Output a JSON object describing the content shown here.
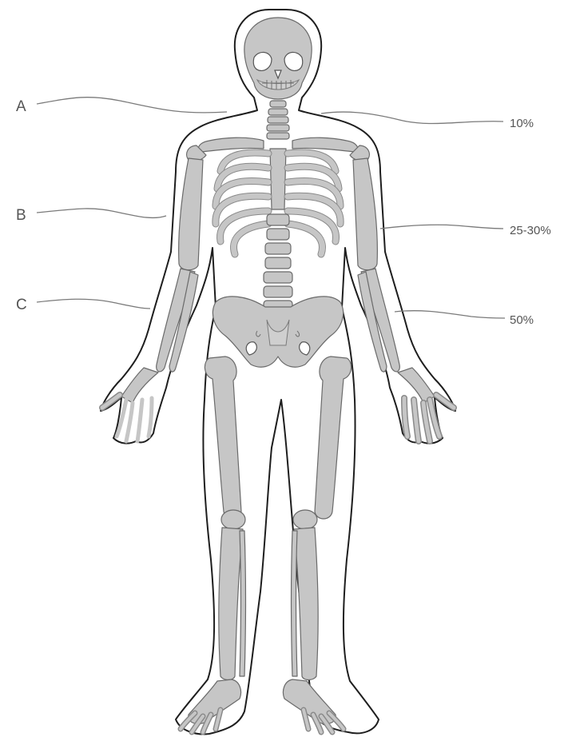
{
  "labels": {
    "left": [
      {
        "letter": "A"
      },
      {
        "letter": "B"
      },
      {
        "letter": "C"
      }
    ],
    "right": [
      {
        "value": "10%"
      },
      {
        "value": "25-30%"
      },
      {
        "value": "50%"
      }
    ]
  },
  "colors": {
    "bone": "#c6c6c6",
    "outline": "#1e1e1e",
    "label_text": "#555555",
    "leader_line": "#7a7a7a"
  }
}
